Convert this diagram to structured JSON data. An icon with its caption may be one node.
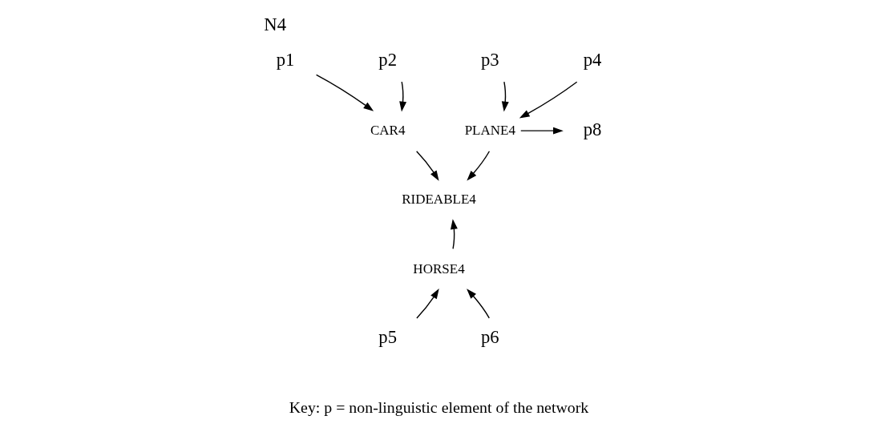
{
  "diagram": {
    "title": "N4",
    "nodes": [
      {
        "text": [
          "p1"
        ]
      },
      {
        "text": [
          "p2"
        ]
      },
      {
        "text": [
          "CAR4"
        ]
      },
      {
        "text": [
          "p3"
        ]
      },
      {
        "text": [
          "p4"
        ]
      },
      {
        "text": [
          "PLANE4"
        ]
      },
      {
        "text": [
          "p8"
        ]
      },
      {
        "text": [
          "RIDEABLE4"
        ]
      },
      {
        "text": [
          "HORSE4"
        ]
      },
      {
        "text": [
          "p5"
        ]
      },
      {
        "text": [
          "p6"
        ]
      }
    ],
    "edges": [
      {
        "from": 0,
        "to": 2,
        "arrow": "to"
      },
      {
        "from": 1,
        "to": 2,
        "arrow": "to"
      },
      {
        "from": 3,
        "to": 5,
        "arrow": "to"
      },
      {
        "from": 4,
        "to": 5,
        "arrow": "to"
      },
      {
        "from": 5,
        "to": 6,
        "arrow": "to"
      },
      {
        "from": 2,
        "to": 7,
        "arrow": "to"
      },
      {
        "from": 5,
        "to": 7,
        "arrow": "to"
      },
      {
        "from": 8,
        "to": 7,
        "arrow": "to"
      },
      {
        "from": 9,
        "to": 8,
        "arrow": "to"
      },
      {
        "from": 10,
        "to": 8,
        "arrow": "to"
      }
    ],
    "labels": [
      "Key: p = non-linguistic element of the network"
    ]
  }
}
